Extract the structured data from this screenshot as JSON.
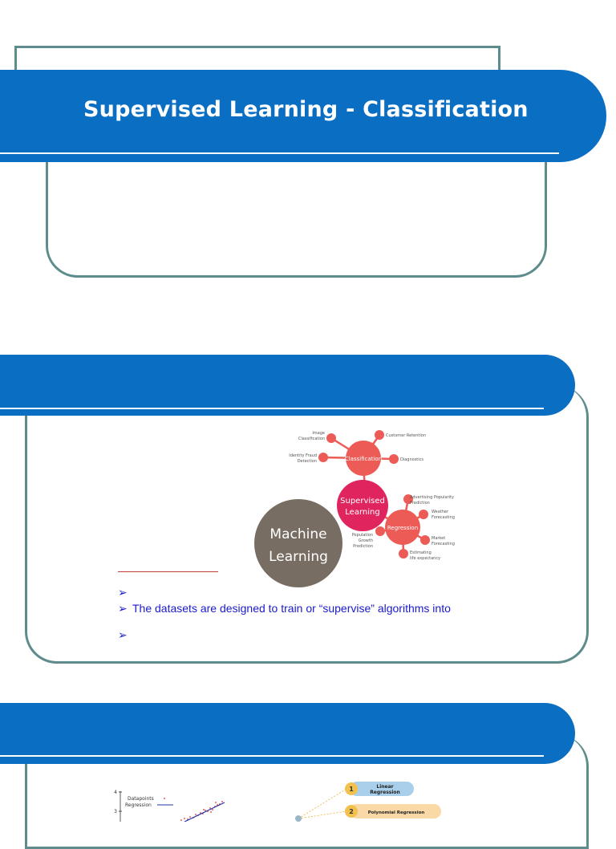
{
  "slide1": {
    "title": "Supervised Learning - Classification"
  },
  "slide2": {
    "diagram": {
      "machine_learning": "Machine Learning",
      "machine_learning_line1": "Machine",
      "machine_learning_line2": "Learning",
      "supervised_line1": "Supervised",
      "supervised_line2": "Learning",
      "classification": "Classification",
      "regression": "Regression",
      "classification_leaves": [
        "Image Classification",
        "Customer Retention",
        "Identity Fraud Detection",
        "Diagnostics"
      ],
      "regression_leaves": [
        "Advertising Popularity Prediction",
        "Weather Forecasting",
        "Market Forecasting",
        "Estimating life expectancy",
        "Population Growth Prediction"
      ]
    },
    "bullets": [
      "",
      "The datasets are designed to train or “supervise” algorithms into",
      ""
    ],
    "bullet_marker": "➢",
    "colors": {
      "banner": "#0a6fc2",
      "border": "#5e8c8c",
      "bullet_text": "#1a1acc",
      "ml_circle": "#786d62",
      "supervised_circle": "#e0245e",
      "branch_circle": "#ec5b55"
    }
  },
  "slide3": {
    "scatter_legend": [
      "Datapoints",
      "Regression"
    ],
    "y_ticks": [
      "4",
      "3"
    ],
    "regression_types": [
      {
        "number": "1",
        "label_line1": "Linear",
        "label_line2": "Regression"
      },
      {
        "number": "2",
        "label_line1": "Polynomial Regression",
        "label_line2": ""
      }
    ]
  }
}
